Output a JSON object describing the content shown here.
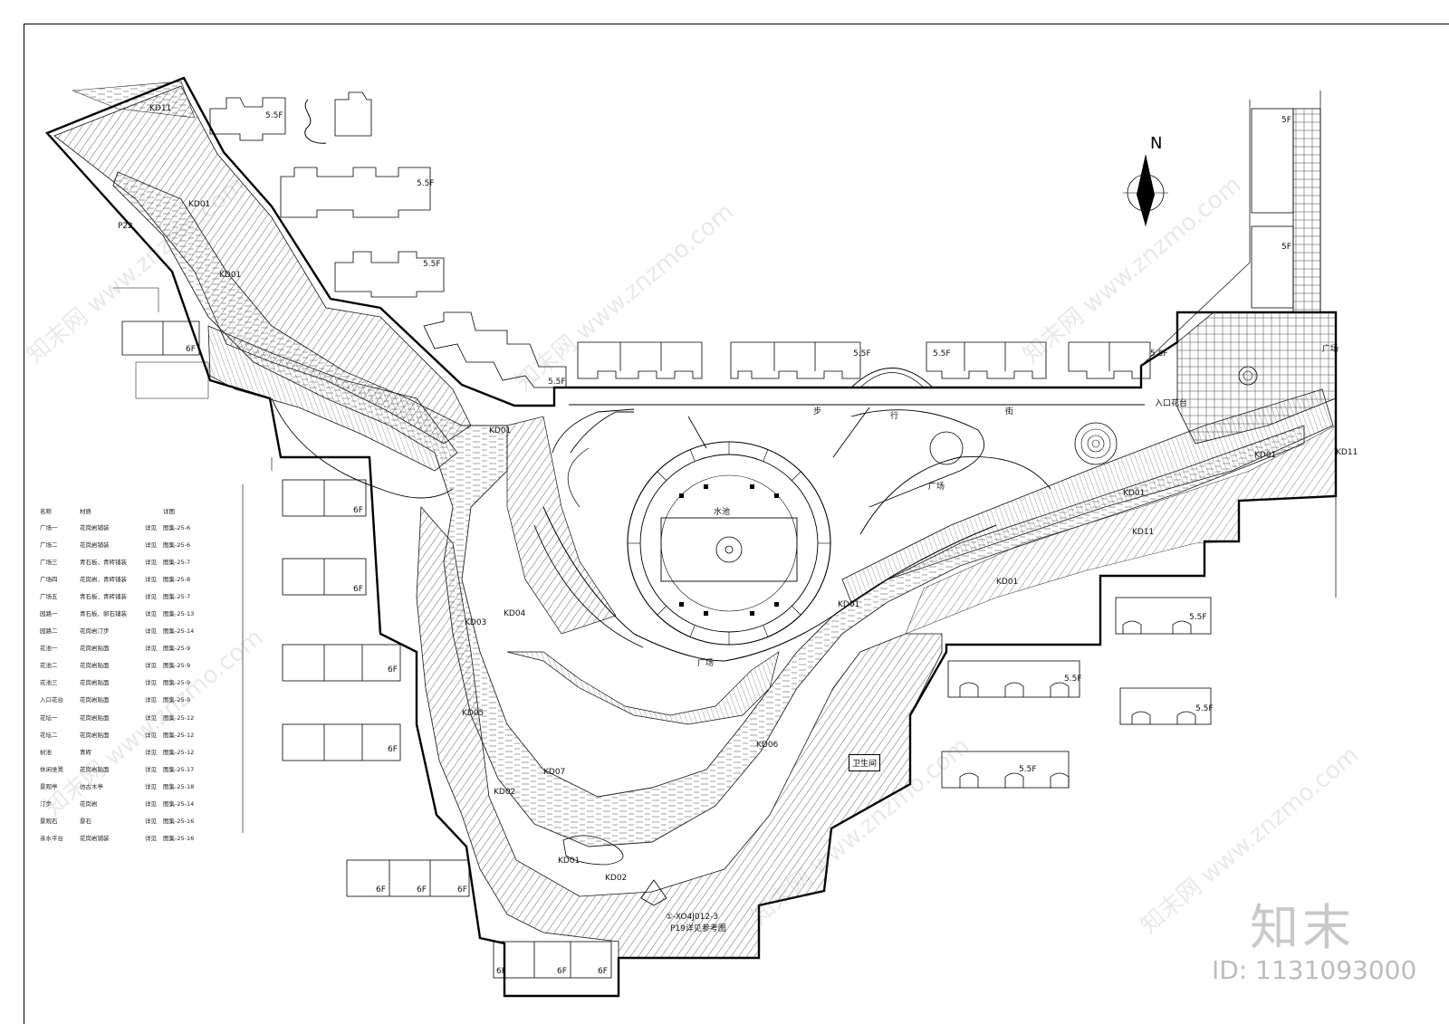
{
  "north_label": "N",
  "street_label": [
    "步",
    "行",
    "街"
  ],
  "wc_label": "卫生间",
  "brand_text": "知末",
  "image_id": "ID: 1131093000",
  "watermark": "知末网 www.znzmo.com",
  "floor_labels": {
    "f55": "5.5F",
    "f6": "6F",
    "f5": "5F"
  },
  "note_lines": [
    "①-XO4J012-3",
    "P19详见参考图"
  ],
  "zone_labels": {
    "kd01": "KD01",
    "kd02": "KD02",
    "kd03": "KD03",
    "kd04": "KD04",
    "kd05": "KD05",
    "kd06": "KD06",
    "kd07": "KD07",
    "kd11": "KD11",
    "p22": "P22",
    "plaza": "广场",
    "pool": "水池",
    "entrance": "入口花台"
  },
  "legend": {
    "headers": [
      "名称",
      "材质",
      "",
      "详图"
    ],
    "rows": [
      [
        "广场一",
        "花岗岩铺装",
        "详见",
        "图集-25-6"
      ],
      [
        "广场二",
        "花岗岩铺装",
        "详见",
        "图集-25-6"
      ],
      [
        "广场三",
        "青石板、青砖铺装",
        "详见",
        "图集-25-7"
      ],
      [
        "广场四",
        "花岗岩、青砖铺装",
        "详见",
        "图集-25-8"
      ],
      [
        "广场五",
        "青石板、青砖铺装",
        "详见",
        "图集-25-7"
      ],
      [
        "园路一",
        "青石板、卵石铺装",
        "详见",
        "图集-25-13"
      ],
      [
        "园路二",
        "花岗岩汀步",
        "详见",
        "图集-25-14"
      ],
      [
        "花池一",
        "花岗岩贴面",
        "详见",
        "图集-25-9"
      ],
      [
        "花池二",
        "花岗岩贴面",
        "详见",
        "图集-25-9"
      ],
      [
        "花池三",
        "花岗岩贴面",
        "详见",
        "图集-25-9"
      ],
      [
        "入口花台",
        "花岗岩贴面",
        "详见",
        "图集-25-9"
      ],
      [
        "花坛一",
        "花岗岩贴面",
        "详见",
        "图集-25-12"
      ],
      [
        "花坛二",
        "花岗岩贴面",
        "详见",
        "图集-25-12"
      ],
      [
        "树池",
        "青砖",
        "详见",
        "图集-25-12"
      ],
      [
        "休闲坐凳",
        "花岗岩贴面",
        "详见",
        "图集-25-17"
      ],
      [
        "景观亭",
        "仿古木亭",
        "详见",
        "图集-25-18"
      ],
      [
        "汀步",
        "花岗岩",
        "详见",
        "图集-25-14"
      ],
      [
        "景观石",
        "景石",
        "详见",
        "图集-25-16"
      ],
      [
        "亲水平台",
        "花岗岩铺装",
        "详见",
        "图集-25-16"
      ]
    ]
  }
}
